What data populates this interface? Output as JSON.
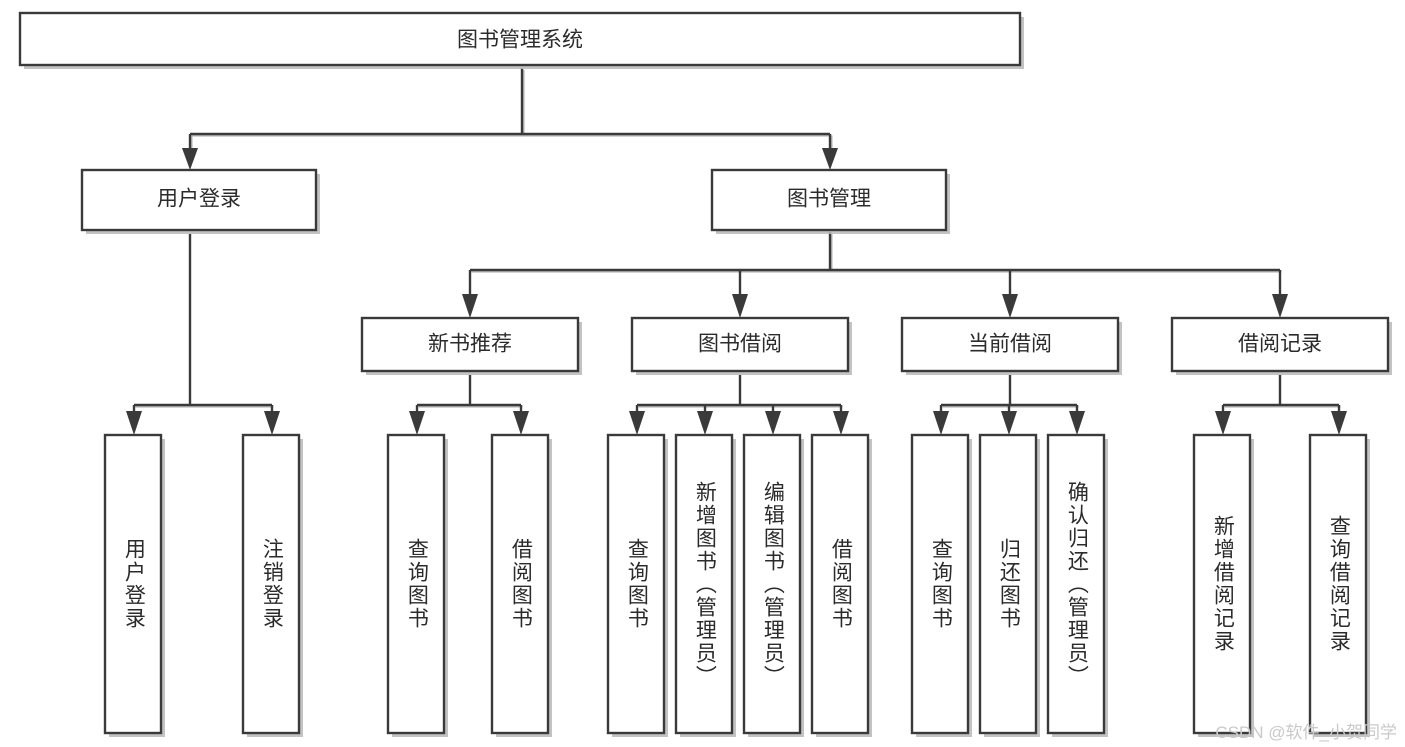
{
  "diagram": {
    "title": "图书管理系统",
    "type": "tree",
    "watermark": "CSDN @软件_小贺同学",
    "colors": {
      "box_stroke": "#3a3a3a",
      "box_fill": "#ffffff",
      "text": "#2b2b2b",
      "background": "#ffffff",
      "watermark": "#c9c9c9"
    },
    "root": {
      "label": "图书管理系统"
    },
    "level2": [
      {
        "label": "用户登录"
      },
      {
        "label": "图书管理"
      }
    ],
    "level3": [
      {
        "label": "新书推荐"
      },
      {
        "label": "图书借阅"
      },
      {
        "label": "当前借阅"
      },
      {
        "label": "借阅记录"
      }
    ],
    "leaves": {
      "user_login": [
        {
          "label": "用户登录"
        },
        {
          "label": "注销登录"
        }
      ],
      "new_book": [
        {
          "label": "查询图书"
        },
        {
          "label": "借阅图书"
        }
      ],
      "book_borrow": [
        {
          "label": "查询图书"
        },
        {
          "label": "新增图书（管理员）"
        },
        {
          "label": "编辑图书（管理员）"
        },
        {
          "label": "借阅图书"
        }
      ],
      "current_borrow": [
        {
          "label": "查询图书"
        },
        {
          "label": "归还图书"
        },
        {
          "label": "确认归还（管理员）"
        }
      ],
      "borrow_record": [
        {
          "label": "新增借阅记录"
        },
        {
          "label": "查询借阅记录"
        }
      ]
    }
  }
}
